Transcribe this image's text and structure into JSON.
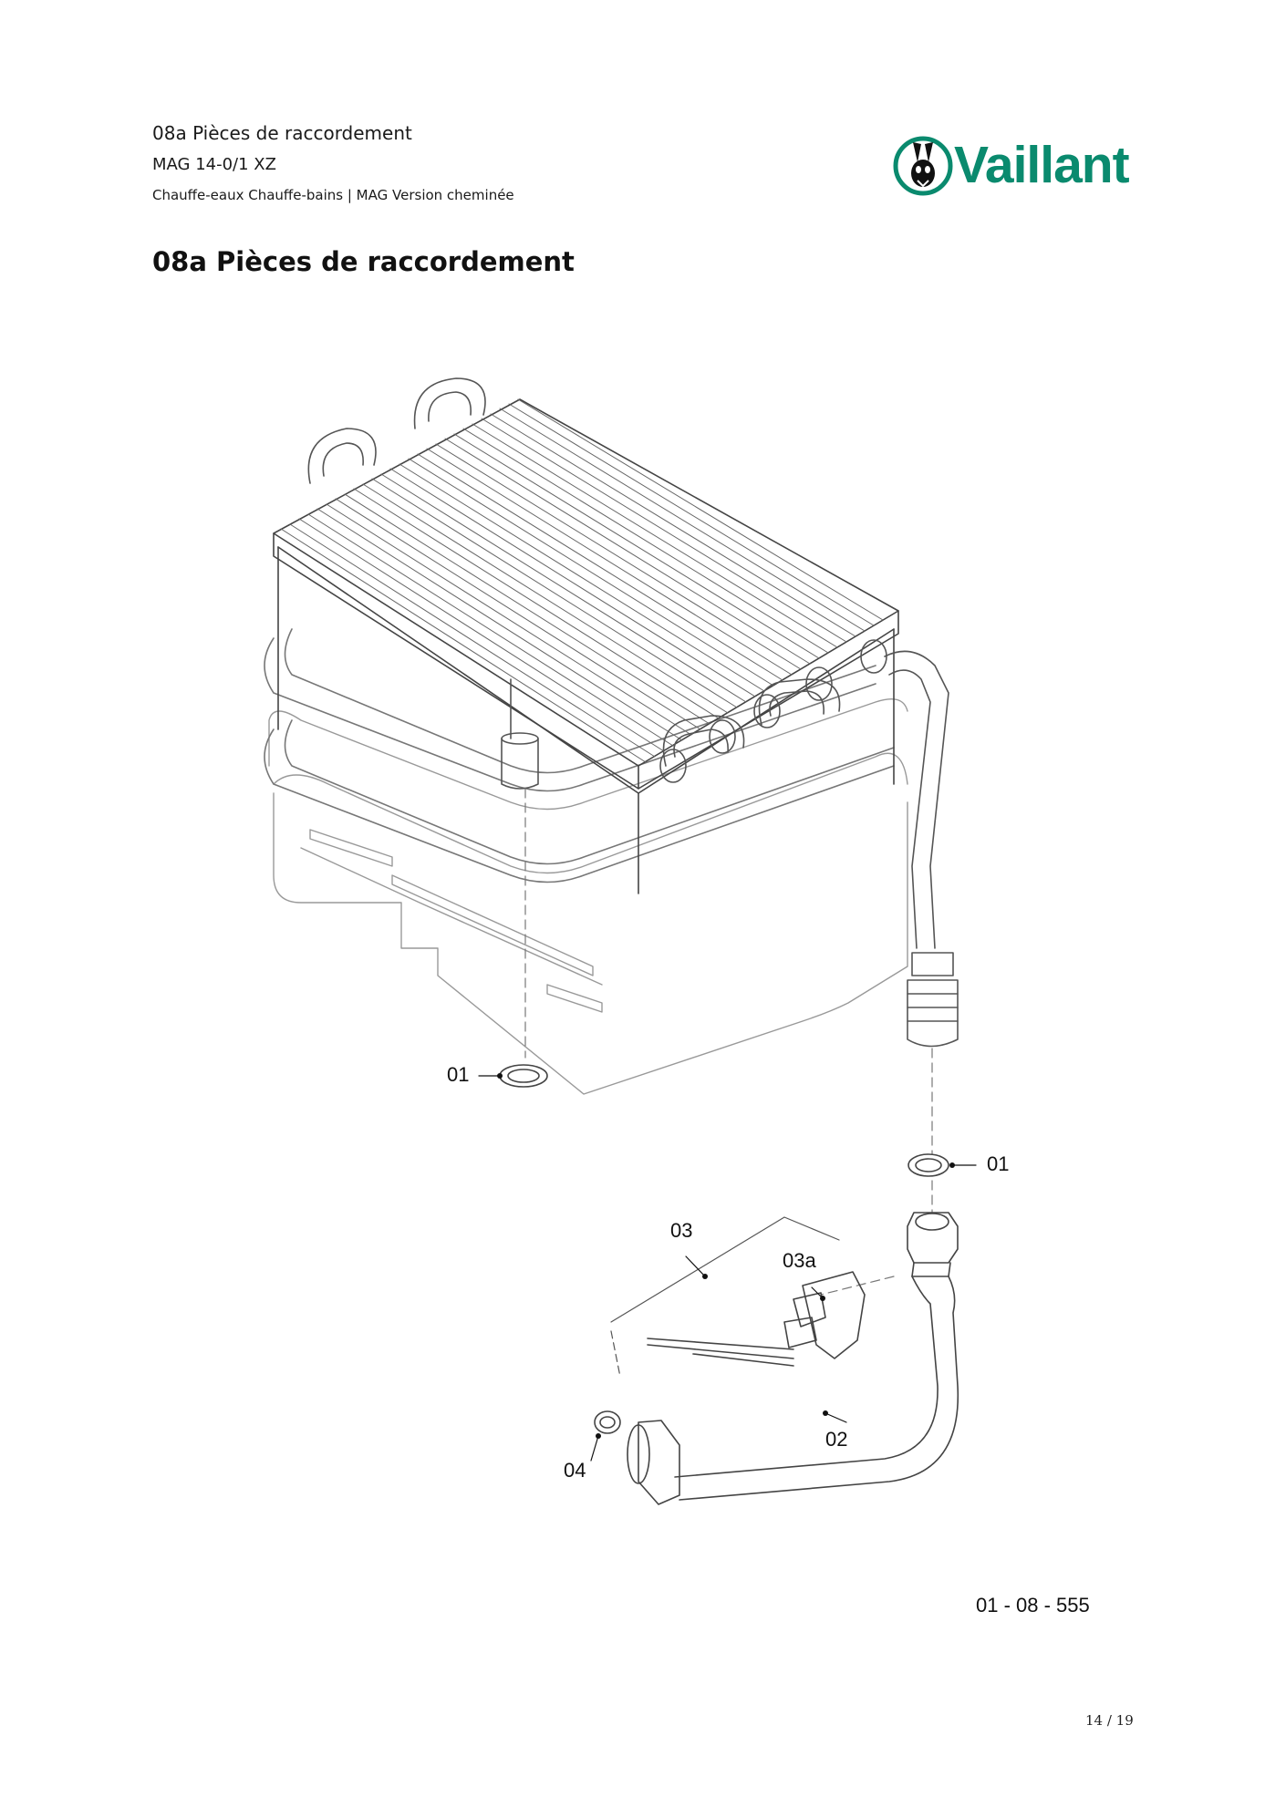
{
  "header": {
    "section_title": "08a Pièces de raccordement",
    "model": "MAG 14-0/1 XZ",
    "subtitle": "Chauffe-eaux Chauffe-bains | MAG Version cheminée"
  },
  "brand": {
    "name": "Vaillant",
    "color": "#0a8a6e",
    "logo_icon": "rabbit-logo-icon"
  },
  "heading": "08a Pièces de raccordement",
  "callouts": {
    "part_01_left": "01",
    "part_01_right": "01",
    "part_03": "03",
    "part_03a": "03a",
    "part_02": "02",
    "part_04": "04"
  },
  "drawing_reference": "01 - 08 - 555",
  "page_number": "14 / 19"
}
